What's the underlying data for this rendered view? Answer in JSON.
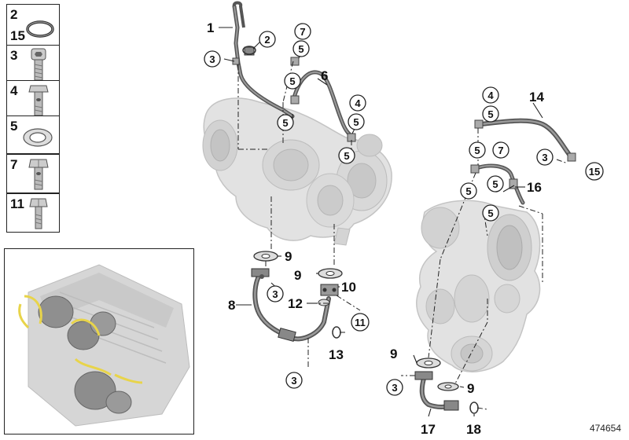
{
  "legend": [
    {
      "num": "2",
      "num2": "15",
      "icon": "o-ring-seal-icon"
    },
    {
      "num": "3",
      "icon": "socket-screw-icon"
    },
    {
      "num": "4",
      "icon": "banjo-bolt-icon"
    },
    {
      "num": "5",
      "icon": "flat-seal-ring-icon"
    },
    {
      "num": "7",
      "icon": "hex-banjo-bolt-icon"
    },
    {
      "num": "11",
      "icon": "hex-bolt-icon"
    }
  ],
  "labels": {
    "l1": "1",
    "l2": "2",
    "l3a": "3",
    "l7a": "7",
    "l5a": "5",
    "l5b": "5",
    "l6": "6",
    "l5c": "5",
    "l4a": "4",
    "l5d": "5",
    "l5e": "5",
    "l9a": "9",
    "l9b": "9",
    "l10": "10",
    "l8": "8",
    "l3b": "3",
    "l12": "12",
    "l11": "11",
    "l13": "13",
    "l3c": "3",
    "l4b": "4",
    "l14": "14",
    "l5f": "5",
    "l3d": "3",
    "l15": "15",
    "l5g": "5",
    "l7b": "7",
    "l5h": "5",
    "l16": "16",
    "l5i": "5",
    "l5j": "5",
    "l9c": "9",
    "l3e": "3",
    "l9d": "9",
    "l17": "17",
    "l18": "18"
  },
  "reference_id": "474654",
  "colors": {
    "line": "#222222",
    "turbo_fill": "#dcdcdc",
    "turbo_stroke": "#c2c2c2",
    "pipe": "#555555",
    "highlight": "#e8d44a"
  }
}
